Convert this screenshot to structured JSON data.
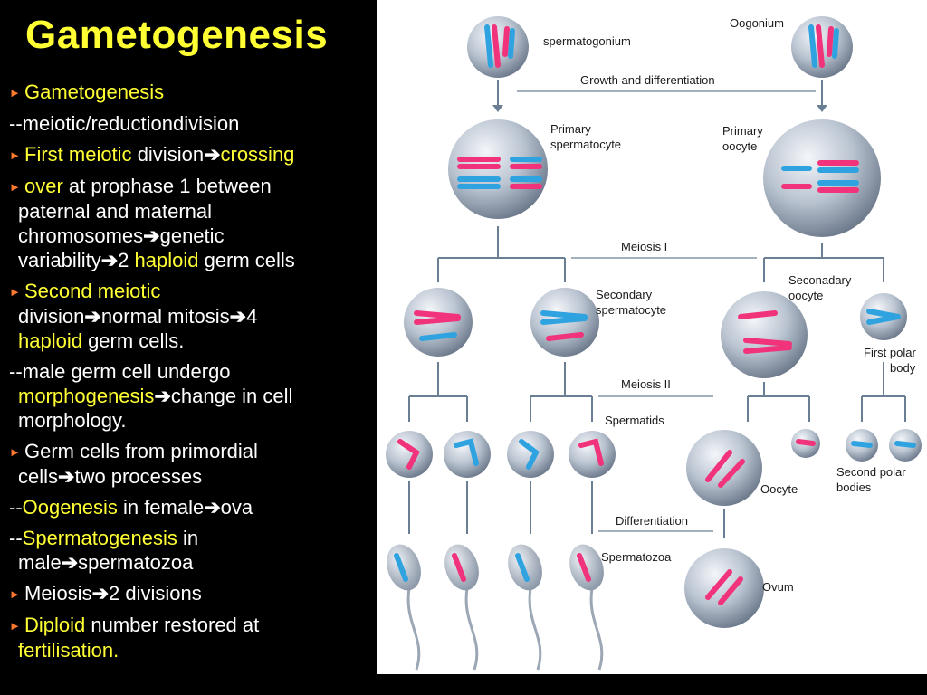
{
  "slide": {
    "title": "Gametogenesis",
    "arrow": "➔",
    "lines": [
      {
        "id": "l1",
        "bullet": true,
        "indent": false,
        "gap": false,
        "segments": [
          {
            "t": "Gametogenesis",
            "h": true
          }
        ]
      },
      {
        "id": "l2",
        "bullet": false,
        "indent": false,
        "gap": true,
        "segments": [
          {
            "t": "--meiotic/reductiondivision",
            "h": false
          }
        ]
      },
      {
        "id": "l3",
        "bullet": true,
        "indent": false,
        "gap": true,
        "segments": [
          {
            "t": "First meiotic ",
            "h": true
          },
          {
            "t": "division",
            "h": false
          },
          {
            "arrow": true
          },
          {
            "t": "crossing",
            "h": true
          }
        ]
      },
      {
        "id": "l4",
        "bullet": true,
        "indent": false,
        "gap": true,
        "segments": [
          {
            "t": "over",
            "h": true
          },
          {
            "t": " at prophase 1 between",
            "h": false
          }
        ]
      },
      {
        "id": "l5",
        "bullet": false,
        "indent": true,
        "gap": false,
        "segments": [
          {
            "t": "paternal and maternal",
            "h": false
          }
        ]
      },
      {
        "id": "l6",
        "bullet": false,
        "indent": true,
        "gap": false,
        "segments": [
          {
            "t": "chromosomes",
            "h": false
          },
          {
            "arrow": true
          },
          {
            "t": "genetic",
            "h": false
          }
        ]
      },
      {
        "id": "l7",
        "bullet": false,
        "indent": true,
        "gap": false,
        "segments": [
          {
            "t": "variability",
            "h": false
          },
          {
            "arrow": true
          },
          {
            "t": "2 ",
            "h": false
          },
          {
            "t": "haploid",
            "h": true
          },
          {
            "t": " germ cells",
            "h": false
          }
        ]
      },
      {
        "id": "l8",
        "bullet": true,
        "indent": false,
        "gap": true,
        "segments": [
          {
            "t": "Second meiotic",
            "h": true
          }
        ]
      },
      {
        "id": "l9",
        "bullet": false,
        "indent": true,
        "gap": false,
        "segments": [
          {
            "t": "division",
            "h": false
          },
          {
            "arrow": true
          },
          {
            "t": "normal mitosis",
            "h": false
          },
          {
            "arrow": true
          },
          {
            "t": "4",
            "h": false
          }
        ]
      },
      {
        "id": "l10",
        "bullet": false,
        "indent": true,
        "gap": false,
        "segments": [
          {
            "t": "haploid",
            "h": true
          },
          {
            "t": " germ cells.",
            "h": false
          }
        ]
      },
      {
        "id": "l11",
        "bullet": false,
        "indent": false,
        "gap": true,
        "segments": [
          {
            "t": "--male germ cell undergo",
            "h": false
          }
        ]
      },
      {
        "id": "l12",
        "bullet": false,
        "indent": true,
        "gap": false,
        "segments": [
          {
            "t": "morphogenesis",
            "h": true
          },
          {
            "arrow": true
          },
          {
            "t": "change in cell",
            "h": false
          }
        ]
      },
      {
        "id": "l13",
        "bullet": false,
        "indent": true,
        "gap": false,
        "segments": [
          {
            "t": "morphology.",
            "h": false
          }
        ]
      },
      {
        "id": "l14",
        "bullet": true,
        "indent": false,
        "gap": true,
        "segments": [
          {
            "t": "Germ cells from primordial",
            "h": false
          }
        ]
      },
      {
        "id": "l15",
        "bullet": false,
        "indent": true,
        "gap": false,
        "segments": [
          {
            "t": "cells",
            "h": false
          },
          {
            "arrow": true
          },
          {
            "t": "two processes",
            "h": false
          }
        ]
      },
      {
        "id": "l16",
        "bullet": false,
        "indent": false,
        "gap": true,
        "segments": [
          {
            "t": "--",
            "h": false
          },
          {
            "t": "Oogenesis",
            "h": true
          },
          {
            "t": " in female",
            "h": false
          },
          {
            "arrow": true
          },
          {
            "t": "ova",
            "h": false
          }
        ]
      },
      {
        "id": "l17",
        "bullet": false,
        "indent": false,
        "gap": true,
        "segments": [
          {
            "t": "--",
            "h": false
          },
          {
            "t": "Spermatogenesis",
            "h": true
          },
          {
            "t": " in",
            "h": false
          }
        ]
      },
      {
        "id": "l18",
        "bullet": false,
        "indent": true,
        "gap": false,
        "segments": [
          {
            "t": "male",
            "h": false
          },
          {
            "arrow": true
          },
          {
            "t": "spermatozoa",
            "h": false
          }
        ]
      },
      {
        "id": "l19",
        "bullet": true,
        "indent": false,
        "gap": true,
        "segments": [
          {
            "t": "Meiosis",
            "h": false
          },
          {
            "arrow": true
          },
          {
            "t": "2 divisions",
            "h": false
          }
        ]
      },
      {
        "id": "l20",
        "bullet": true,
        "indent": false,
        "gap": true,
        "segments": [
          {
            "t": "Diploid",
            "h": true
          },
          {
            "t": " number restored at",
            "h": false
          }
        ]
      },
      {
        "id": "l21",
        "bullet": false,
        "indent": true,
        "gap": false,
        "segments": [
          {
            "t": "fertilisation.",
            "h": true
          }
        ]
      }
    ]
  },
  "diagram": {
    "spermatogonium": "spermatogonium",
    "oogonium": "Oogonium",
    "growth": "Growth and differentiation",
    "primary_sperm_1": "Primary",
    "primary_sperm_2": "spermatocyte",
    "primary_oocyte_1": "Primary",
    "primary_oocyte_2": "oocyte",
    "meiosis1": "Meiosis I",
    "secondary_sperm_1": "Secondary",
    "secondary_sperm_2": "spermatocyte",
    "secondary_oocyte_1": "Seconadary",
    "secondary_oocyte_2": "oocyte",
    "first_polar_1": "First polar",
    "first_polar_2": "body",
    "meiosis2": "Meiosis II",
    "spermatids": "Spermatids",
    "oocyte": "Oocyte",
    "second_polar_1": "Second polar",
    "second_polar_2": "bodies",
    "differentiation": "Differentiation",
    "spermatozoa": "Spermatozoa",
    "ovum": "Ovum"
  },
  "colors": {
    "background": "#000000",
    "highlight": "#ffff33",
    "bullet": "#ff7a2e",
    "text": "#ffffff",
    "chromosome_paternal": "#f0337a",
    "chromosome_maternal": "#2ea3e0"
  }
}
